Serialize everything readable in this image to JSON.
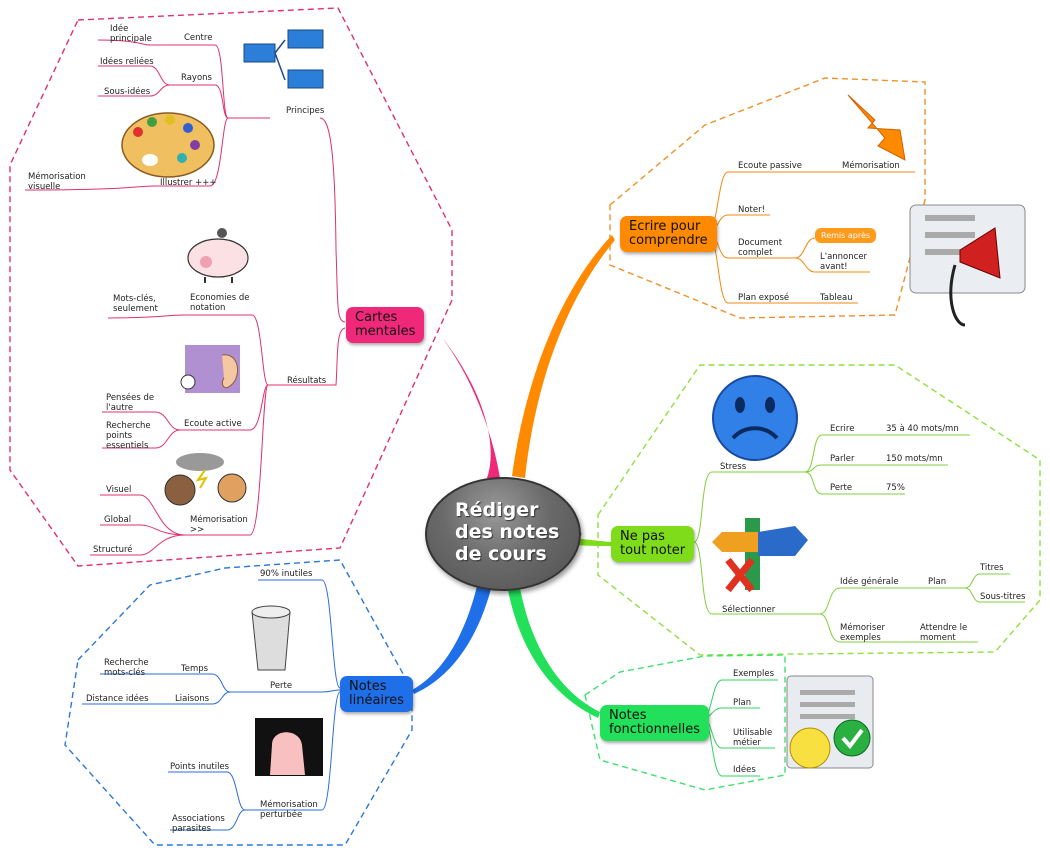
{
  "center": {
    "title": "Rédiger\ndes notes\nde cours"
  },
  "branches": {
    "cartes": {
      "label": "Cartes\nmentales",
      "color": "#f0287a"
    },
    "ecrire": {
      "label": "Ecrire pour\ncomprendre",
      "color": "#ff8a00"
    },
    "nepas": {
      "label": "Ne pas\ntout noter",
      "color": "#7fdc1a"
    },
    "lineaires": {
      "label": "Notes\nlinéaires",
      "color": "#1f6fe8"
    },
    "fonctionnelles": {
      "label": "Notes\nfonctionnelles",
      "color": "#22e05a"
    }
  },
  "cartes": {
    "principes": "Principes",
    "centre": "Centre",
    "idee_principale": "Idée\nprincipale",
    "rayons": "Rayons",
    "idees_reliees": "Idées reliées",
    "sous_idees": "Sous-idées",
    "illustrer": "Illustrer +++",
    "memorisation_visuelle": "Mémorisation\nvisuelle",
    "resultats": "Résultats",
    "economies": "Economies de\nnotation",
    "mots_cles": "Mots-clés,\nseulement",
    "ecoute_active": "Ecoute active",
    "pensees": "Pensées de\nl'autre",
    "recherche": "Recherche\npoints\nessentiels",
    "memorisation": "Mémorisation\n>>",
    "visuel": "Visuel",
    "global": "Global",
    "structure": "Structuré"
  },
  "ecrire": {
    "ecoute_passive": "Ecoute passive",
    "memorisation": "Mémorisation",
    "noter": "Noter!",
    "document_complet": "Document\ncomplet",
    "remis_apres": "Remis après",
    "annoncer": "L'annoncer\navant!",
    "plan_expose": "Plan exposé",
    "tableau": "Tableau"
  },
  "nepas": {
    "stress": "Stress",
    "ecrire": "Ecrire",
    "ecrire_val": "35 à 40 mots/mn",
    "parler": "Parler",
    "parler_val": "150 mots/mn",
    "perte": "Perte",
    "perte_val": "75%",
    "selectionner": "Sélectionner",
    "idee_generale": "Idée générale",
    "plan": "Plan",
    "titres": "Titres",
    "sous_titres": "Sous-titres",
    "memoriser": "Mémoriser\nexemples",
    "attendre": "Attendre le\nmoment"
  },
  "lineaires": {
    "inutiles": "90% inutiles",
    "perte": "Perte",
    "temps": "Temps",
    "recherche": "Recherche\nmots-clés",
    "liaisons": "Liaisons",
    "distance": "Distance idées",
    "memorisation": "Mémorisation\nperturbée",
    "points_inutiles": "Points inutiles",
    "associations": "Associations\nparasites"
  },
  "fonctionnelles": {
    "exemples": "Exemples",
    "plan": "Plan",
    "utilisable": "Utilisable\nmétier",
    "idees": "Idées"
  }
}
